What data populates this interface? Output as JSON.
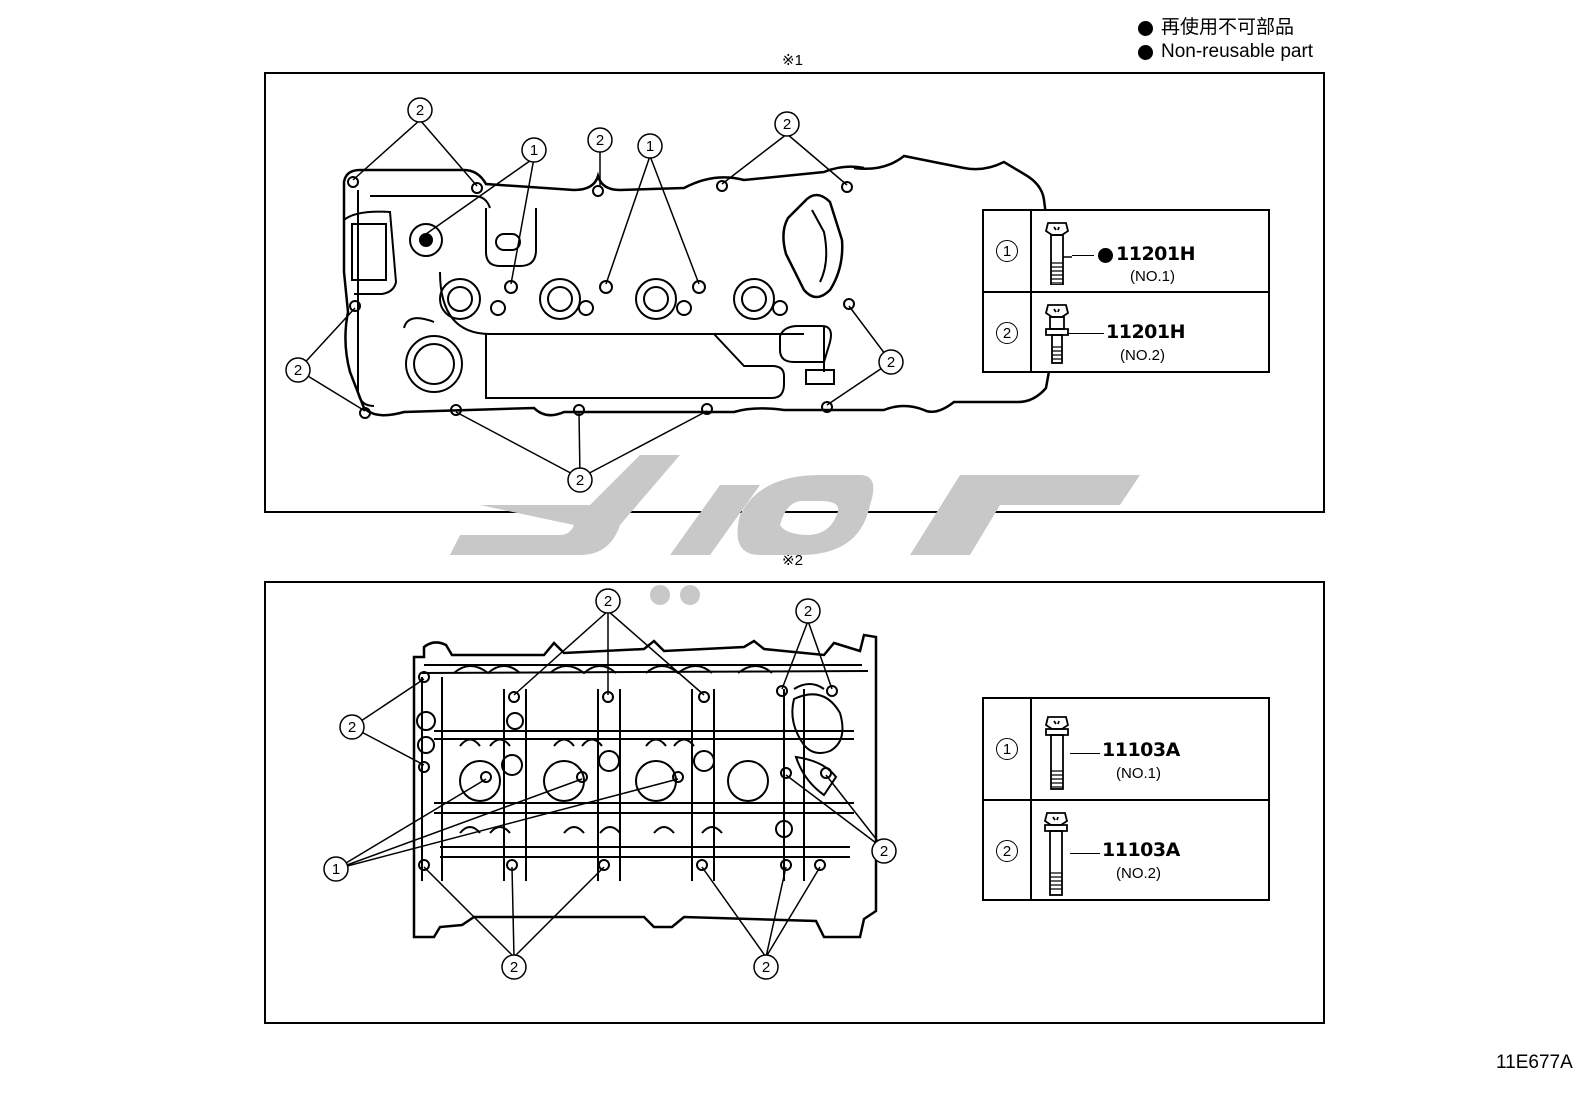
{
  "legend": {
    "jp": "再使用不可部品",
    "en": "Non-reusable part"
  },
  "colors": {
    "line": "#000000",
    "watermark": "#c8c8c8"
  },
  "panels": [
    {
      "mark": "※1",
      "table": [
        {
          "index": "1",
          "part": "11201H",
          "sub": "(NO.1)",
          "non_reusable": true
        },
        {
          "index": "2",
          "part": "11201H",
          "sub": "(NO.2)",
          "non_reusable": false
        }
      ]
    },
    {
      "mark": "※2",
      "table": [
        {
          "index": "1",
          "part": "11103A",
          "sub": "(NO.1)",
          "non_reusable": false
        },
        {
          "index": "2",
          "part": "11103A",
          "sub": "(NO.2)",
          "non_reusable": false
        }
      ]
    }
  ],
  "callout_labels": {
    "one": "1",
    "two": "2"
  },
  "drawing_code": "11E677A"
}
